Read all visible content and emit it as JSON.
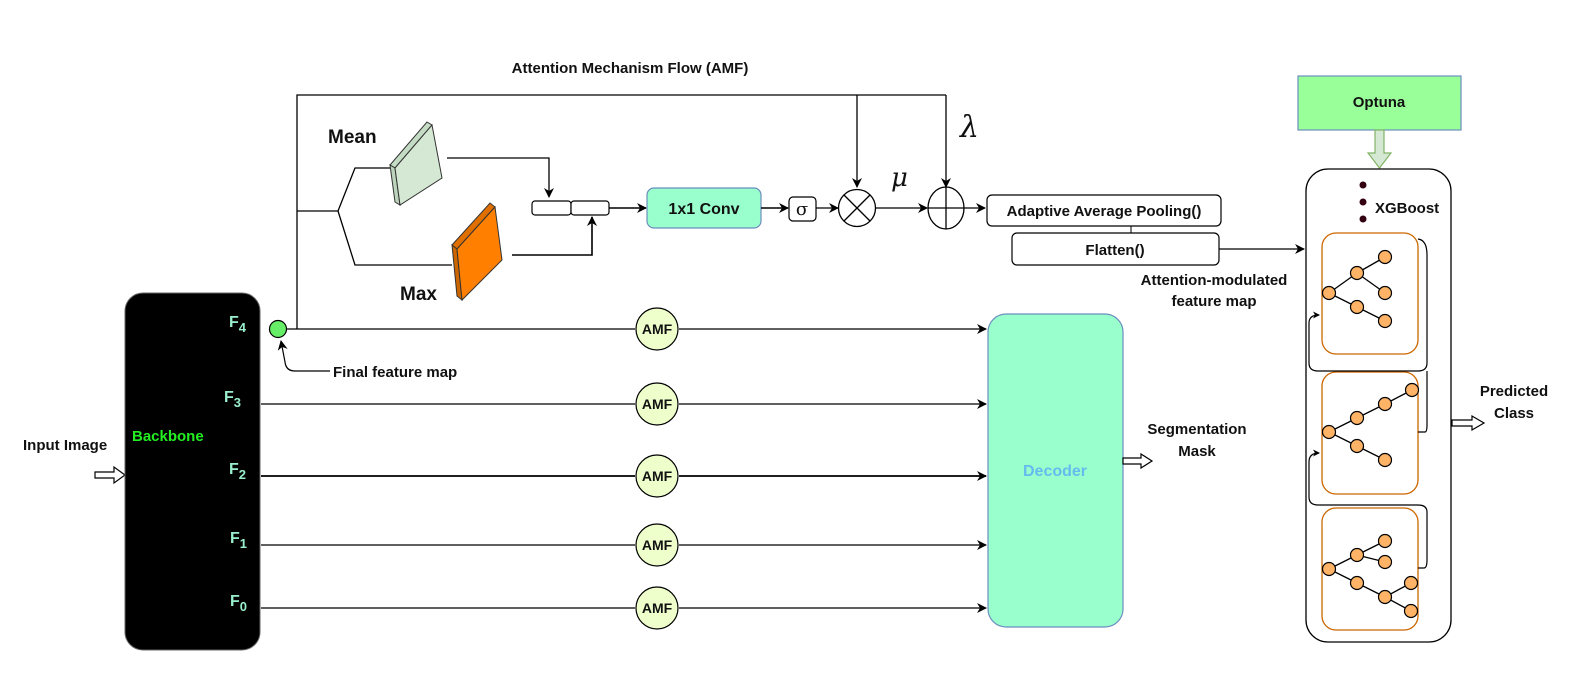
{
  "title": "Attention Mechanism Flow (AMF)",
  "colors": {
    "backbone_fill": "#000000",
    "backbone_text": "#22ee22",
    "feature_label": "#99eecc",
    "final_node": "#66ee66",
    "conv_fill": "#99ffcc",
    "decoder_fill": "#99ffcc",
    "decoder_text": "#66bbee",
    "amf_fill": "#eeffcc",
    "mean_block": "#d5e8d4",
    "max_block": "#ff8000",
    "optuna_fill": "#99ff99",
    "tree_border": "#cc6600",
    "tree_node": "#ffb366"
  },
  "input": {
    "label": "Input Image"
  },
  "backbone": {
    "label": "Backbone",
    "features": [
      {
        "name": "F",
        "sub": "4"
      },
      {
        "name": "F",
        "sub": "3"
      },
      {
        "name": "F",
        "sub": "2"
      },
      {
        "name": "F",
        "sub": "1"
      },
      {
        "name": "F",
        "sub": "0"
      }
    ]
  },
  "final_feature": {
    "label": "Final feature map"
  },
  "attention": {
    "mean_label": "Mean",
    "max_label": "Max",
    "conv_label": "1x1 Conv",
    "sigma": "σ",
    "mu": "μ",
    "lambda": "λ",
    "pooling_label": "Adaptive Average Pooling()",
    "flatten_label": "Flatten()",
    "output_label_line1": "Attention-modulated",
    "output_label_line2": "feature map"
  },
  "amf_nodes": [
    "AMF",
    "AMF",
    "AMF",
    "AMF",
    "AMF"
  ],
  "decoder": {
    "label": "Decoder",
    "output_line1": "Segmentation",
    "output_line2": "Mask"
  },
  "classifier": {
    "optuna_label": "Optuna",
    "xgboost_label": "XGBoost",
    "tree_count": 3,
    "output_line1": "Predicted",
    "output_line2": "Class"
  }
}
